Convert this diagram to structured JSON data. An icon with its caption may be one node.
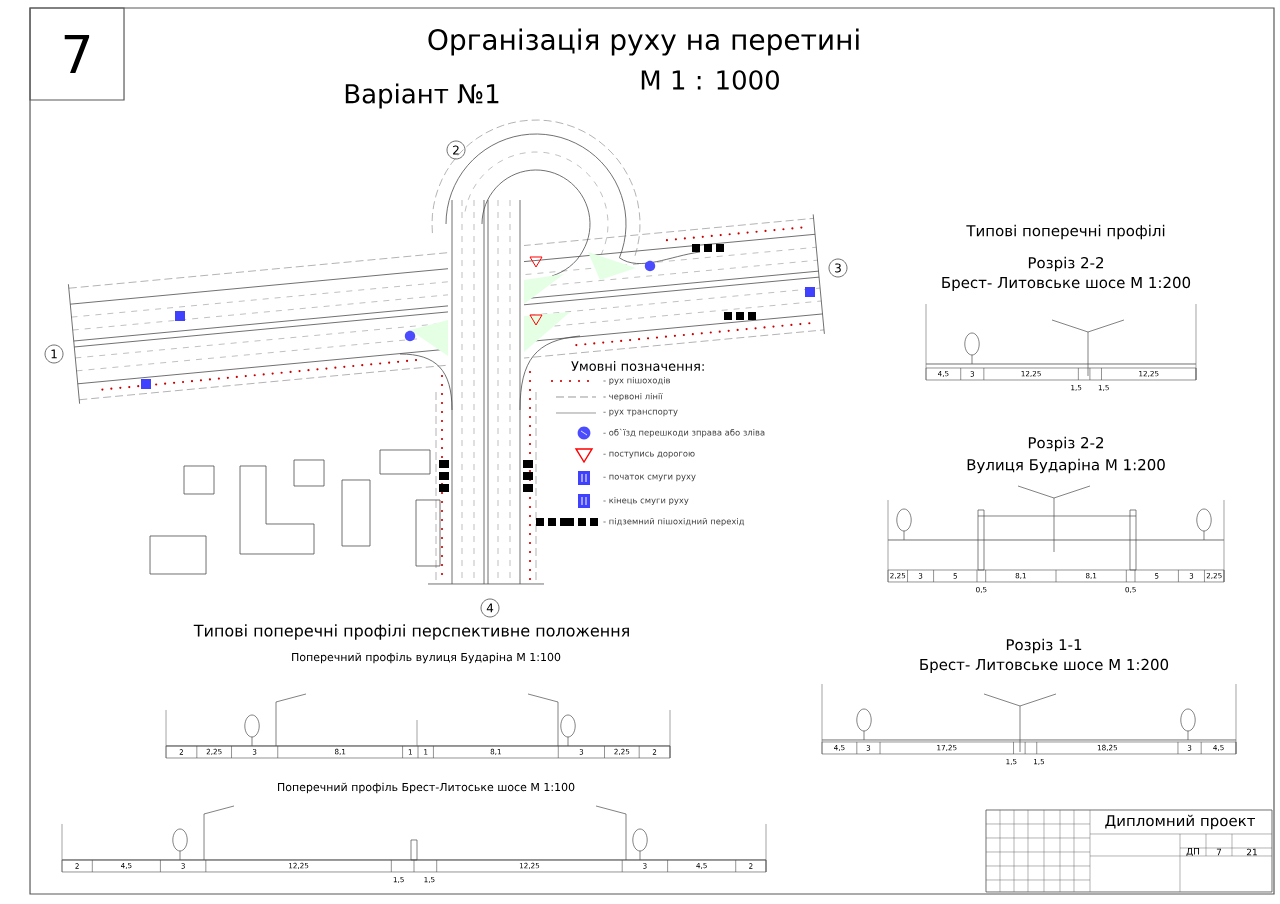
{
  "diagram": {
    "title": "Організація руху на перетині",
    "labels": [
      "7",
      "М 1 : 1000",
      "Варіант №1",
      "2",
      "3",
      "1",
      "4",
      "Умовні позначення:",
      "Типові поперечні профілі",
      "Розріз 2-2",
      "Брест- Литовське шосе М 1:200",
      "4,5",
      "3",
      "12,25",
      "12,25",
      "1,5",
      "1,5",
      "Розріз 2-2",
      "Вулиця Бударіна М 1:200",
      "2,25",
      "3",
      "5",
      "8,1",
      "8,1",
      "5",
      "3",
      "2,25",
      "0,5",
      "0,5",
      "Типові поперечні профілі перспективне положення",
      "Поперечний профіль вулиця Бударіна М 1:100",
      "2",
      "2,25",
      "3",
      "8,1",
      "1",
      "1",
      "8,1",
      "3",
      "2,25",
      "2",
      "Розріз 1-1",
      "Брест- Литовське шосе М 1:200",
      "4,5",
      "3",
      "17,25",
      "18,25",
      "3",
      "4,5",
      "1,5",
      "1,5",
      "Поперечний профіль Брест-Литоське шосе М 1:100",
      "2",
      "4,5",
      "3",
      "12,25",
      "1,5",
      "1,5",
      "12,25",
      "3",
      "4,5",
      "2",
      "Дипломний проект",
      "ДП",
      "7",
      "21"
    ],
    "legend": [
      {
        "text": "- рух пішоходів"
      },
      {
        "text": "- червоні лінії"
      },
      {
        "text": "- рух транспорту"
      },
      {
        "text": "- об`їзд перешкоди зправа або зліва"
      },
      {
        "text": "- поступись дорогою"
      },
      {
        "text": "- початок смуги руху"
      },
      {
        "text": "- кінець смуги руху"
      },
      {
        "text": "- підземний пішохідний перехід"
      }
    ]
  }
}
